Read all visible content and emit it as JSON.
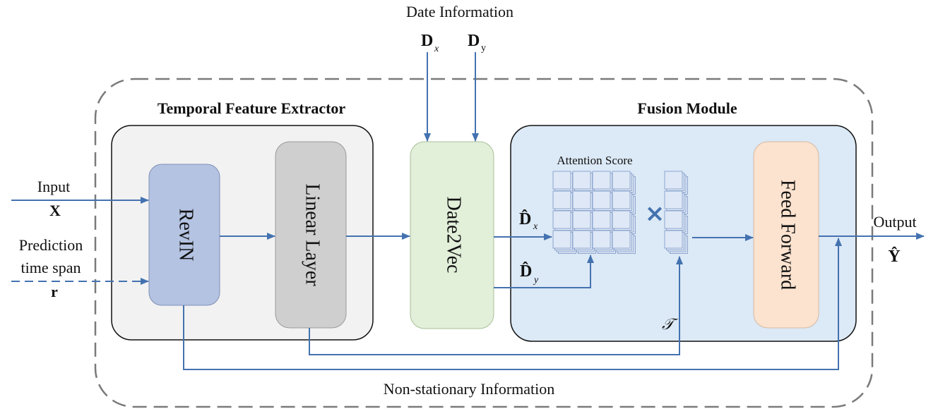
{
  "labels": {
    "date_information": "Date Information",
    "dx_main": "D",
    "dx_sub": "x",
    "dy_main": "D",
    "dy_sub": "y",
    "temporal_feature_extractor": "Temporal Feature Extractor",
    "fusion_module": "Fusion Module",
    "input": "Input",
    "input_symbol": "X",
    "prediction": "Prediction",
    "time_span": "time span",
    "span_symbol": "r",
    "revin": "RevIN",
    "linear_layer": "Linear Layer",
    "date2vec": "Date2Vec",
    "attention_score": "Attention Score",
    "dhat_x_main": "D̂",
    "dhat_x_sub": "x",
    "dhat_y_main": "D̂",
    "dhat_y_sub": "y",
    "multiply": "×",
    "tau": "𝒯",
    "feed_forward": "Feed Forward",
    "output": "Output",
    "output_symbol": "Ŷ",
    "non_stationary_information": "Non-stationary Information"
  },
  "colors": {
    "arrow": "#4472b0",
    "outer_dash": "#7a7a7a",
    "extractor_fill": "#f2f2f2",
    "fusion_fill": "#dce9f6",
    "revin_fill": "#b4c3e2",
    "linear_fill": "#cfcfcf",
    "date2vec_fill": "#e2efd9",
    "feedforward_fill": "#fbe3d0",
    "cell_fill": "#dfe8f6",
    "cell_stroke": "#8da6cf"
  }
}
